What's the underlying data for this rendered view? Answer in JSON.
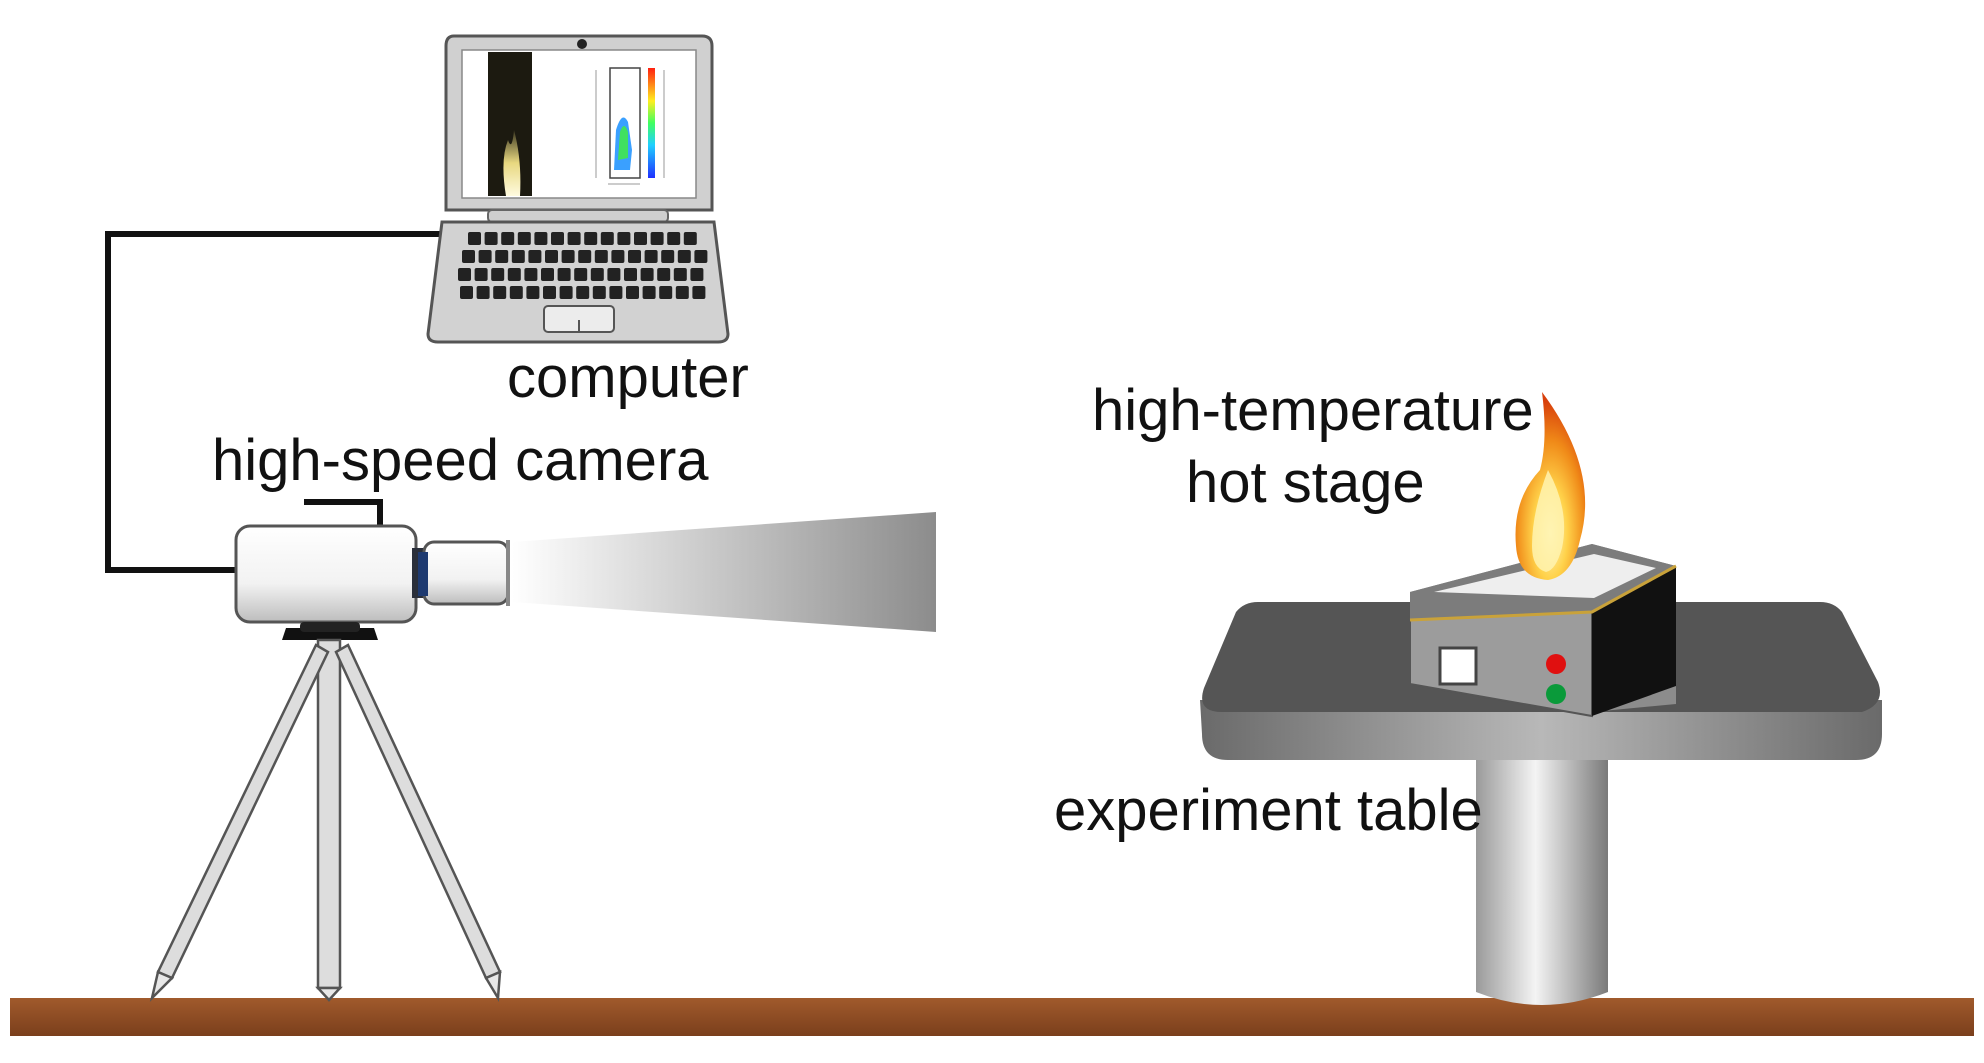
{
  "labels": {
    "computer": "computer",
    "camera": "high-speed camera",
    "hot_stage_line1": "high-temperature",
    "hot_stage_line2": "hot stage",
    "table": "experiment table"
  },
  "colors": {
    "ground": "#8a4a22",
    "cable": "#111111",
    "laptop_body": "#d4d4d4",
    "table_top": "#555555",
    "stage_body": "#9a9a9a",
    "button_red": "#e01010",
    "button_green": "#0a9a3a",
    "flame_outer": "#e85a10",
    "flame_inner": "#ffe07a"
  },
  "icons": {
    "laptop": "laptop-icon",
    "camera": "video-camera-icon",
    "tripod": "tripod-icon",
    "flame": "flame-icon"
  }
}
